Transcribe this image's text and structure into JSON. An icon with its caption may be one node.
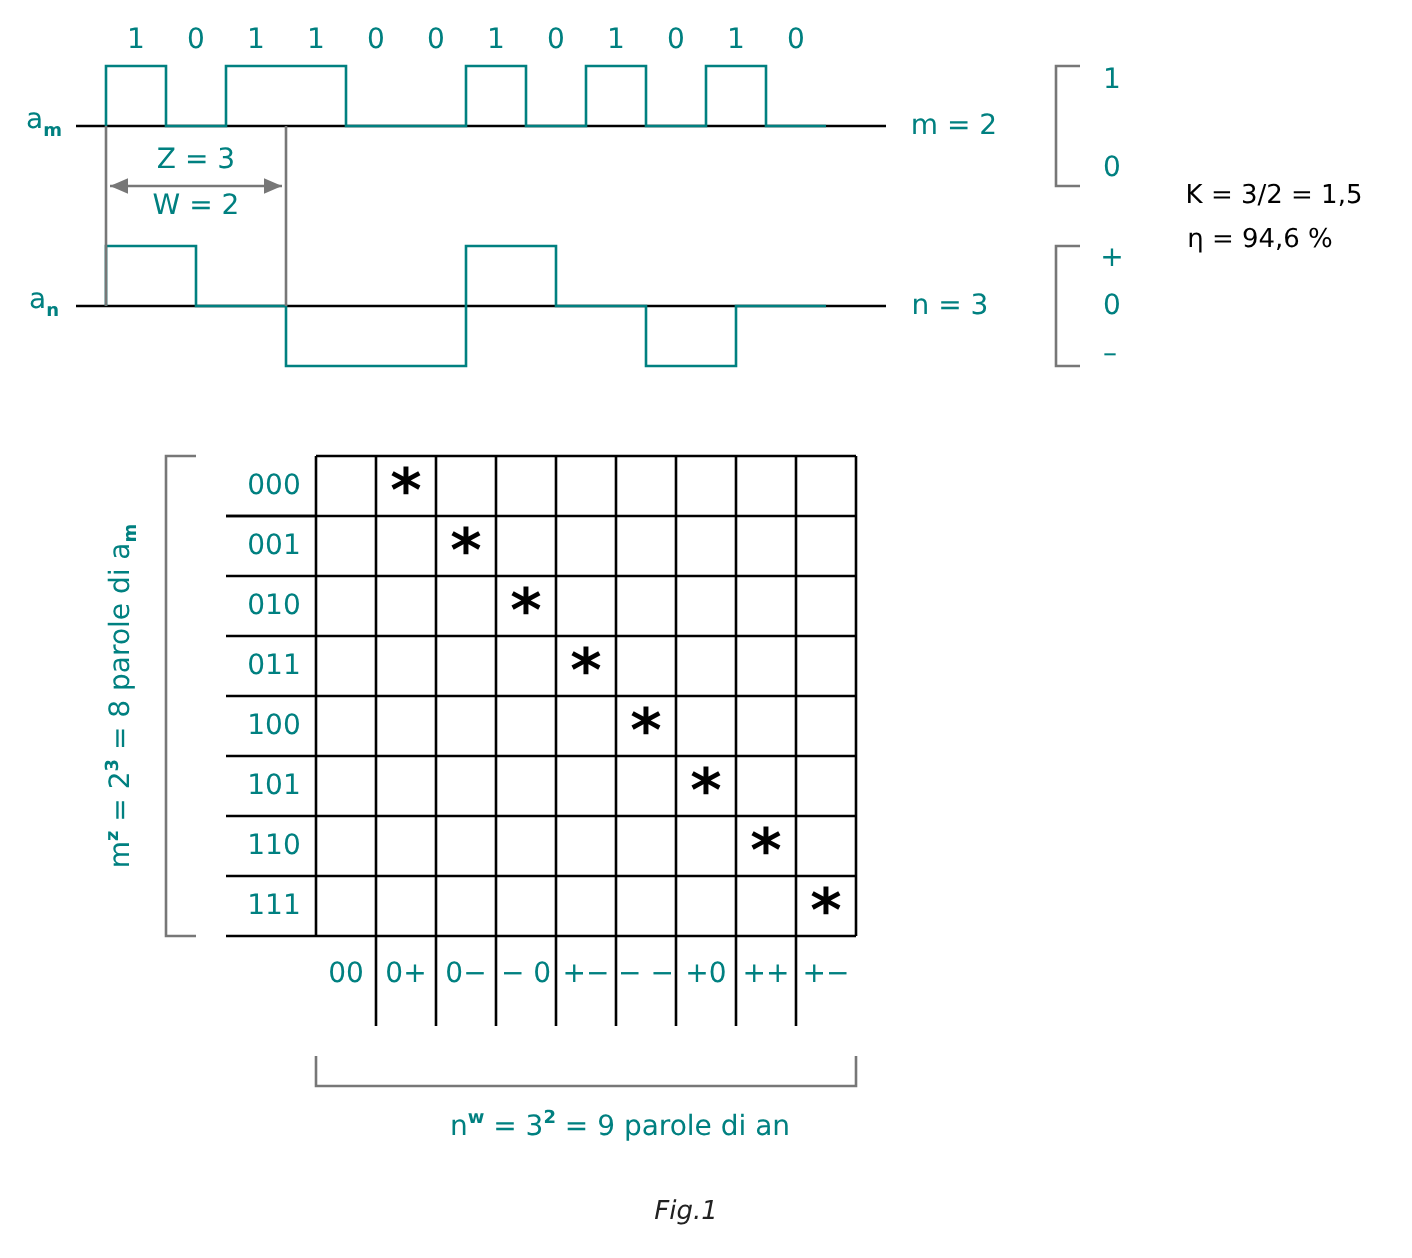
{
  "diagram": {
    "caption": "Fig.1",
    "labels": [
      "1",
      "0",
      "1",
      "1",
      "0",
      "0",
      "1",
      "0",
      "1",
      "0",
      "1",
      "0",
      "1",
      "a$_{m}$",
      "m = 2",
      "Z = 3",
      "0",
      "W = 2",
      "K = 3/2 = 1,5",
      "η = 94,6 %",
      "+",
      "a$_{n}$",
      "n = 3",
      "0",
      "–",
      "m$^{z}$ = 2$^{3}$ = 8  parole di a$_{m}$",
      "000",
      "*",
      "001",
      "*",
      "010",
      "*",
      "011",
      "*",
      "100",
      "*",
      "101",
      "*",
      "110",
      "*",
      "111",
      "*",
      "00",
      "0+",
      "0−",
      "− 0",
      "+−",
      "− −",
      "+0",
      "++",
      "+−",
      "n$^{w}$ = 3$^{2}$ = 9  parole di an"
    ]
  }
}
